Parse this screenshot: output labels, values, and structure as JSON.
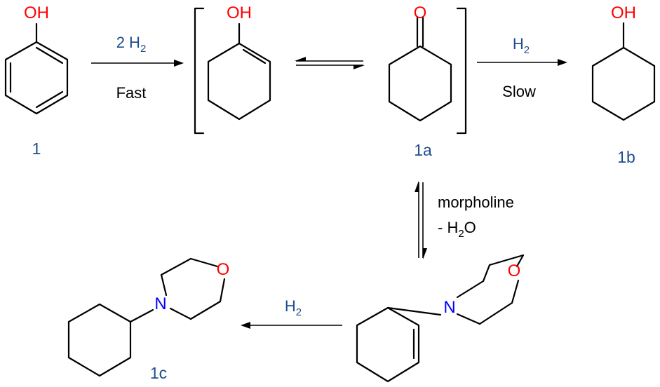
{
  "colors": {
    "oxygen": "#ff0000",
    "nitrogen": "#0000ff",
    "label": "#1f4e8c",
    "bond": "#000000"
  },
  "atoms": {
    "hydroxyl": "OH",
    "oxygen": "O",
    "nitrogen": "N"
  },
  "compounds": {
    "phenol": "1",
    "cyclohexanone": "1a",
    "cyclohexanol": "1b",
    "product": "1c"
  },
  "arrows": {
    "step1": {
      "top_prefix": "2 H",
      "top_subscript": "2",
      "bottom": "Fast"
    },
    "step2": {
      "top_prefix": "H",
      "top_subscript": "2",
      "bottom": "Slow"
    },
    "step3": {
      "line1": "morpholine",
      "line2_prefix": "- H",
      "line2_subscript": "2",
      "line2_suffix": "O"
    },
    "step4": {
      "top_prefix": "H",
      "top_subscript": "2"
    }
  }
}
